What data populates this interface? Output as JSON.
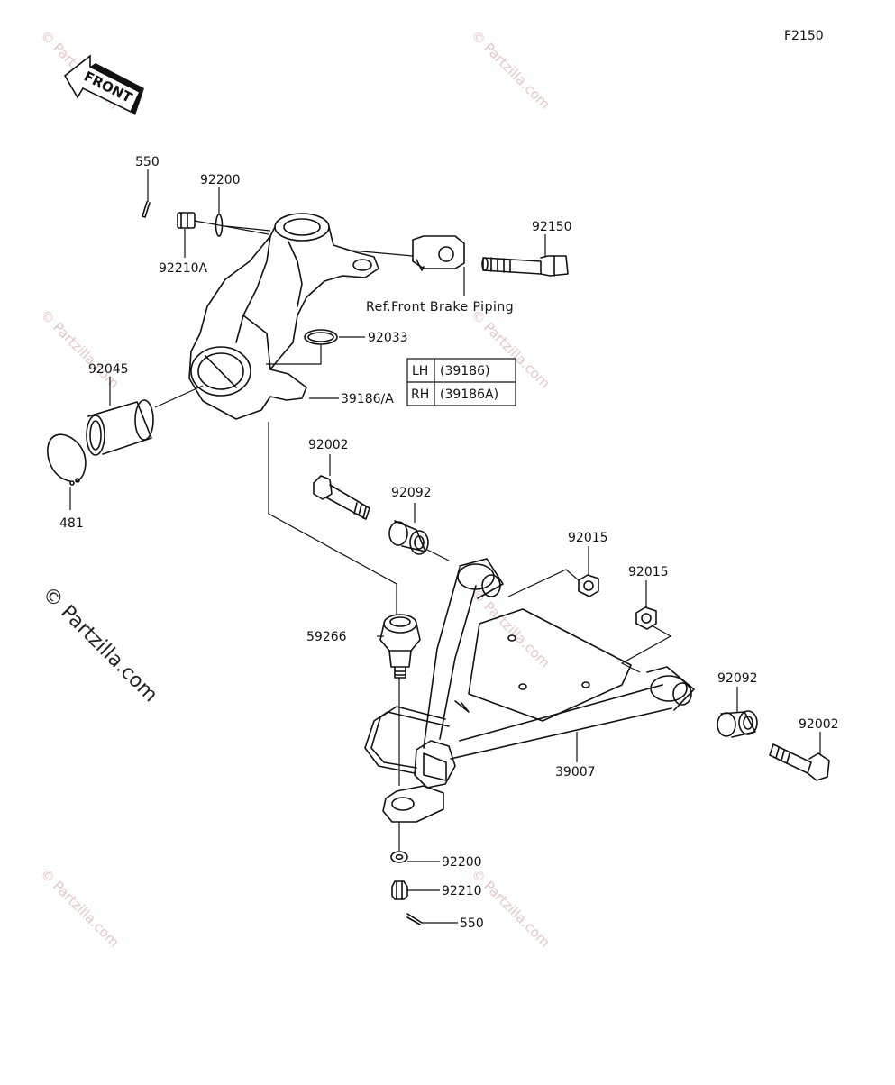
{
  "diagram_code": "F2150",
  "front_label": "FRONT",
  "watermark": "© Partzilla.com",
  "brand_watermark": "© Partzilla.com",
  "ref_note": "Ref.Front Brake Piping",
  "side_table": {
    "rows": [
      {
        "side": "LH",
        "part": "(39186)"
      },
      {
        "side": "RH",
        "part": "(39186A)"
      }
    ]
  },
  "callouts": {
    "p550_top": "550",
    "p92200_top": "92200",
    "p92210A": "92210A",
    "p92150": "92150",
    "p92033": "92033",
    "p92045": "92045",
    "p39186": "39186/A",
    "p481": "481",
    "p92002_left": "92002",
    "p92092_left": "92092",
    "p92015_a": "92015",
    "p92015_b": "92015",
    "p59266": "59266",
    "p92092_right": "92092",
    "p92002_right": "92002",
    "p39007": "39007",
    "p92200_bottom": "92200",
    "p92210": "92210",
    "p550_bottom": "550"
  }
}
